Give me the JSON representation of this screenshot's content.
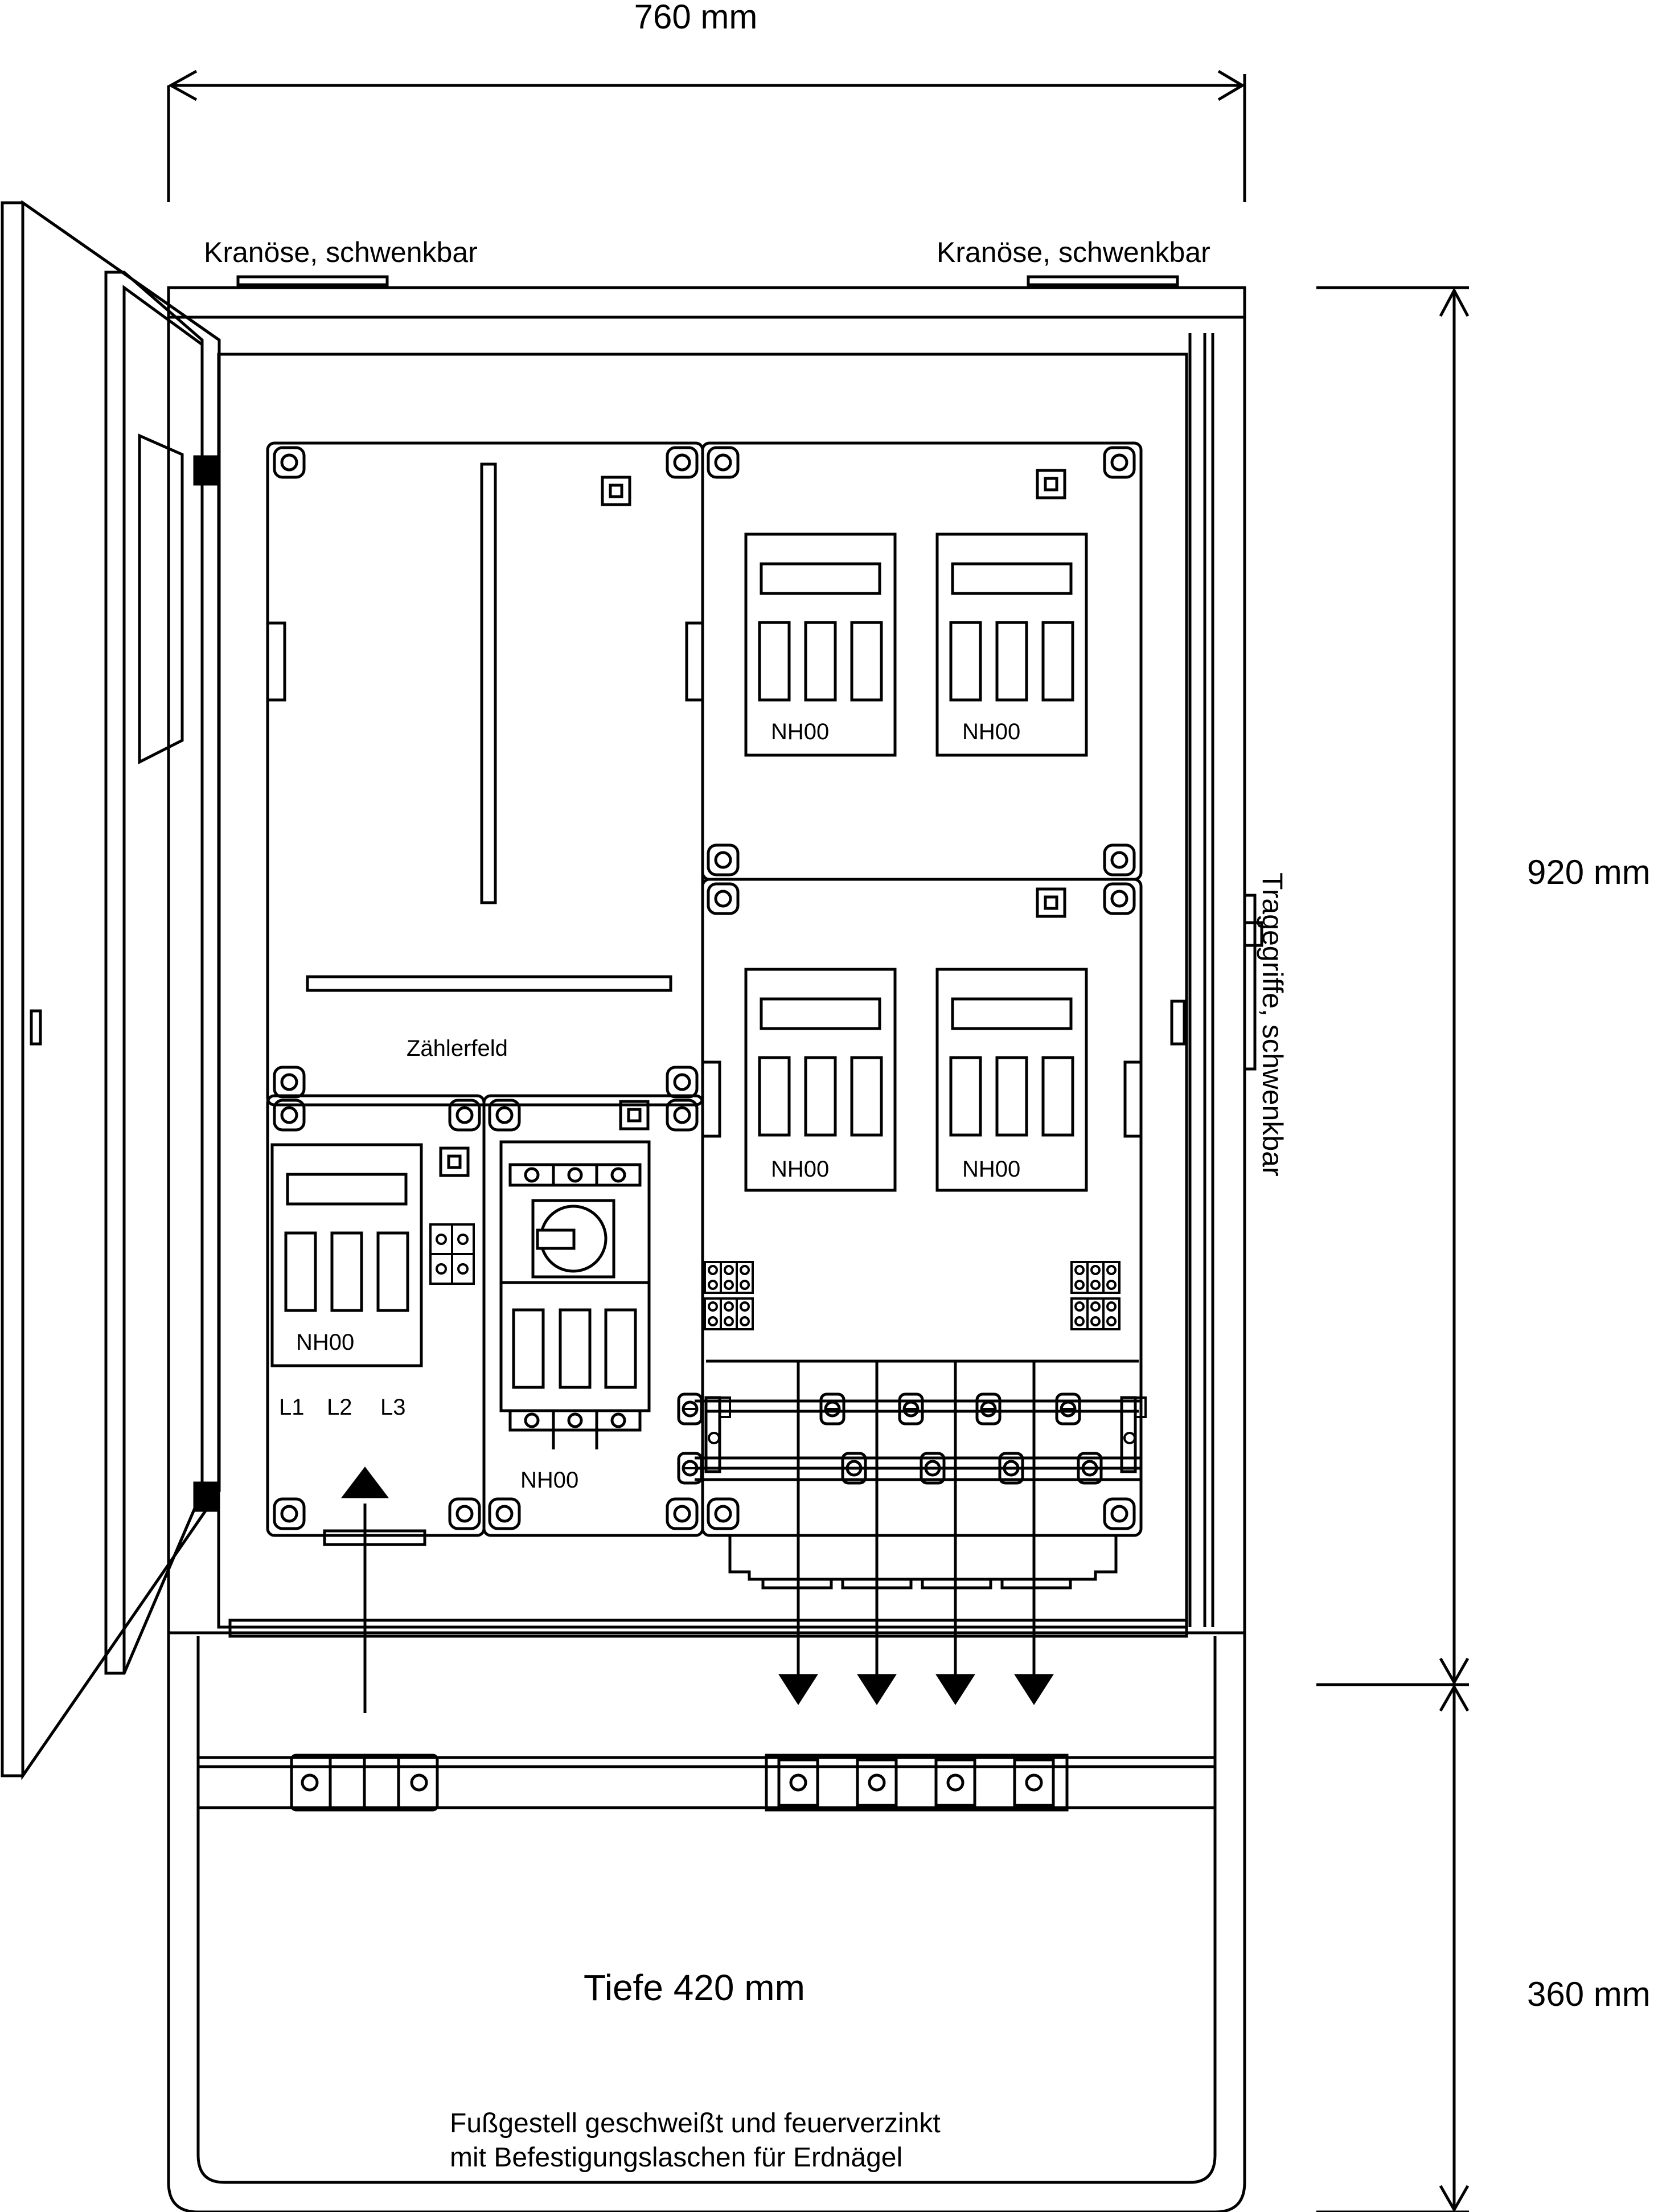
{
  "dimensions": {
    "width": "760 mm",
    "height_cabinet": "920 mm",
    "height_base": "360 mm",
    "depth": "Tiefe 420 mm"
  },
  "labels": {
    "crane_eye_left": "Kranöse, schwenkbar",
    "crane_eye_right": "Kranöse, schwenkbar",
    "carry_handles": "Tragegriffe, schwenkbar",
    "meter_field": "Zählerfeld",
    "fuse_label": "NH00",
    "phase_1": "L1",
    "phase_2": "L2",
    "phase_3": "L3",
    "base_note_line1": "Fußgestell geschweißt und feuerverzinkt",
    "base_note_line2": "mit Befestigungslaschen für Erdnägel"
  }
}
